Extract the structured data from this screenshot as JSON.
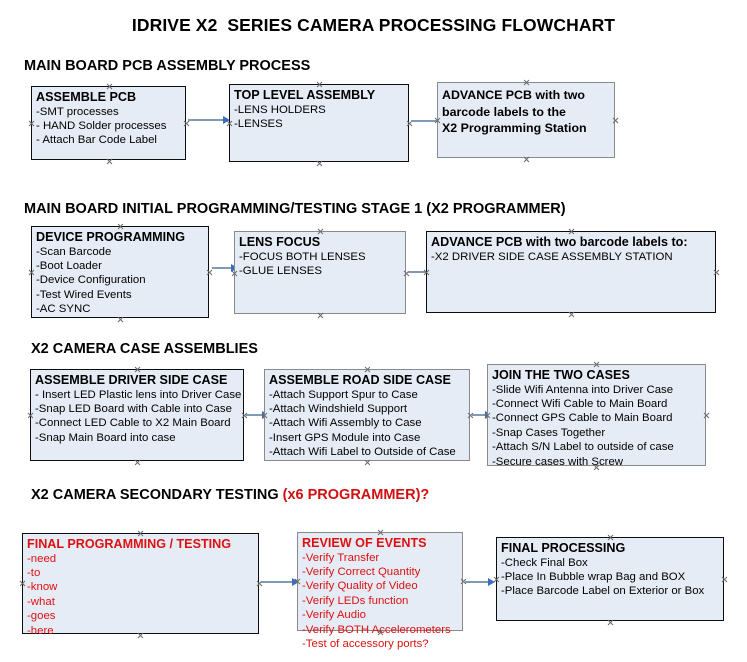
{
  "title": "IDRIVE X2  SERIES CAMERA PROCESSING FLOWCHART",
  "colors": {
    "box_fill": "#e6ecf5",
    "border_black": "#0d0d0d",
    "border_gray": "#8a8a8a",
    "text_black": "#000000",
    "text_red": "#dd1111",
    "arrow_line": "#7e9ab5",
    "arrow_head": "#3b6cc4",
    "page_background": "#ffffff"
  },
  "sections": [
    {
      "id": "main-board-pcb-assembly",
      "heading": "MAIN BOARD PCB ASSEMBLY PROCESS",
      "heading_accent": ""
    },
    {
      "id": "main-board-initial-programming",
      "heading": "MAIN BOARD INITIAL PROGRAMMING/TESTING STAGE 1 (X2 PROGRAMMER)",
      "heading_accent": ""
    },
    {
      "id": "x2-camera-case-assemblies",
      "heading": "X2 CAMERA CASE ASSEMBLIES",
      "heading_accent": ""
    },
    {
      "id": "x2-camera-secondary-testing",
      "heading": "X2 CAMERA SECONDARY TESTING ",
      "heading_accent": "(x6 PROGRAMMER)?"
    }
  ],
  "boxes": {
    "assemble_pcb": {
      "title": "ASSEMBLE PCB",
      "lines": [
        "-SMT processes",
        "- HAND Solder processes",
        "- Attach Bar Code Label"
      ]
    },
    "top_level_assembly": {
      "title": "TOP LEVEL ASSEMBLY",
      "lines": [
        "-LENS HOLDERS",
        "-LENSES"
      ]
    },
    "advance_pcb_station": {
      "title": "ADVANCE PCB with two",
      "lines": [
        "barcode labels to the",
        " X2 Programming Station"
      ]
    },
    "device_programming": {
      "title": "DEVICE PROGRAMMING",
      "lines": [
        "-Scan Barcode",
        "-Boot Loader",
        "-Device Configuration",
        "-Test Wired Events",
        "-AC SYNC"
      ]
    },
    "lens_focus": {
      "title": "LENS FOCUS",
      "lines": [
        "-FOCUS BOTH LENSES",
        "-GLUE LENSES"
      ]
    },
    "advance_pcb_driver_side": {
      "title": "ADVANCE PCB with two barcode labels to:",
      "lines": [
        "-X2 DRIVER  SIDE  CASE  ASSEMBLY STATION"
      ]
    },
    "assemble_driver_side_case": {
      "title": "ASSEMBLE DRIVER SIDE CASE",
      "lines": [
        "- Insert LED Plastic lens into Driver Case",
        "-Snap LED Board with Cable into Case",
        "-Connect LED Cable to X2 Main Board",
        "-Snap Main Board into case"
      ]
    },
    "assemble_road_side_case": {
      "title": "ASSEMBLE ROAD SIDE CASE",
      "lines": [
        "-Attach Support Spur to Case",
        "-Attach Windshield Support",
        "-Attach Wifi Assembly to Case",
        "-Insert GPS Module into Case",
        "-Attach Wifi Label to Outside of Case"
      ]
    },
    "join_the_two_cases": {
      "title": "JOIN THE TWO CASES",
      "lines": [
        "-Slide Wifi Antenna into Driver Case",
        "-Connect Wifi Cable to Main Board",
        "-Connect GPS Cable to Main Board",
        "-Snap Cases Together",
        "-Attach S/N Label to outside of case",
        "-Secure cases with Screw"
      ]
    },
    "final_programming_testing": {
      "title": "FINAL PROGRAMMING / TESTING",
      "lines": [
        "-need",
        "-to",
        "-know",
        "-what",
        "-goes",
        "-here"
      ]
    },
    "review_of_events": {
      "title": "REVIEW OF EVENTS",
      "lines": [
        "-Verify Transfer",
        "-Verify Correct Quantity",
        "-Verify Quality of Video",
        "-Verify LEDs function",
        "-Verify Audio",
        "-Verify BOTH Accelerometers",
        "-Test of accessory ports?"
      ]
    },
    "final_processing": {
      "title": "FINAL PROCESSING",
      "lines": [
        " -Check Final Box",
        "-Place In Bubble wrap Bag and BOX",
        "-Place Barcode Label on Exterior or Box"
      ]
    }
  }
}
